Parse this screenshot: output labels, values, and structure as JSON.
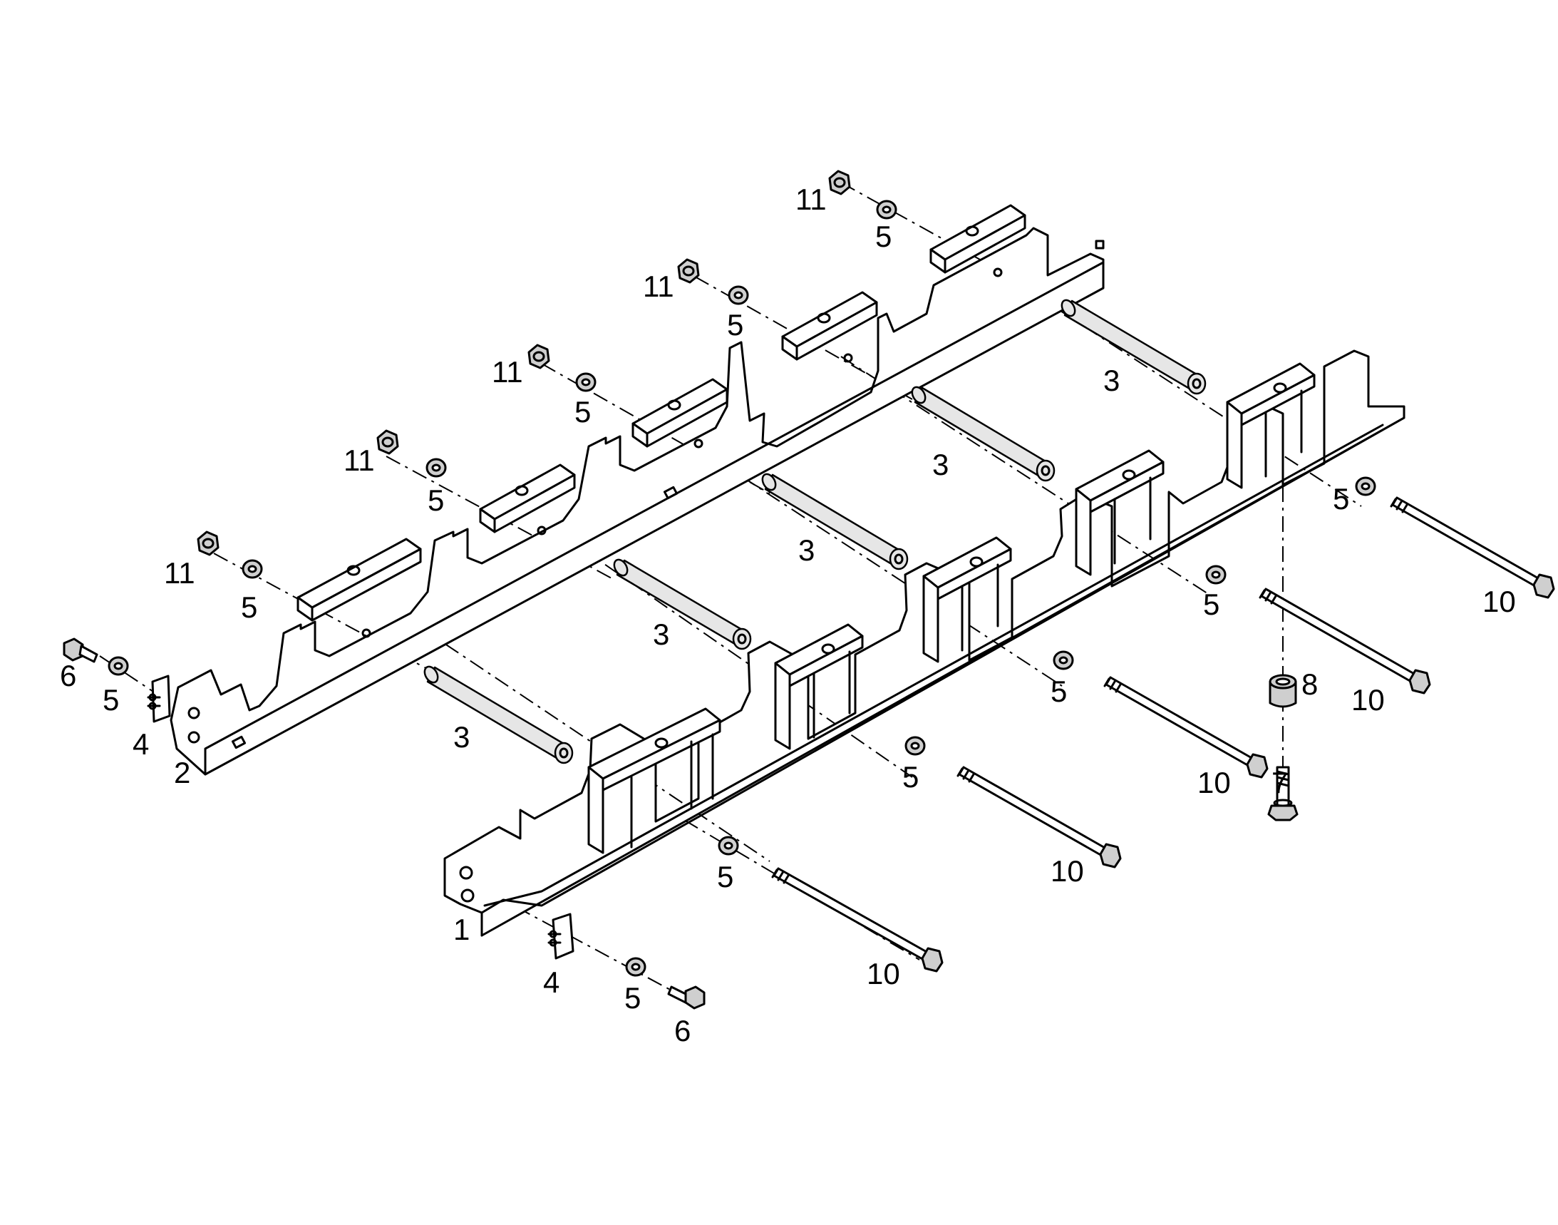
{
  "diagram": {
    "part_numbers": [
      "1",
      "2",
      "3",
      "4",
      "5",
      "6",
      "7",
      "8",
      "10",
      "11"
    ],
    "callouts": {
      "left_plate": {
        "one": "1",
        "two": "2"
      },
      "roller_a": "3",
      "roller_b": "3",
      "roller_c": "3",
      "roller_d": "3",
      "roller_e": "3",
      "clip_left": "4",
      "clip_bottom": "4",
      "washer_a": "5",
      "washer_b": "5",
      "washer_c": "5",
      "washer_d": "5",
      "washer_e": "5",
      "washer_f": "5",
      "washer_g": "5",
      "washer_h": "5",
      "washer_i": "5",
      "washer_j": "5",
      "washer_k": "5",
      "washer_l": "5",
      "bolt6_left": "6",
      "bolt6_bottom": "6",
      "bolt7": "7",
      "spacer8": "8",
      "bolt10_a": "10",
      "bolt10_b": "10",
      "bolt10_c": "10",
      "bolt10_d": "10",
      "bolt10_e": "10",
      "nut11_a": "11",
      "nut11_b": "11",
      "nut11_c": "11",
      "nut11_d": "11",
      "nut11_e": "11"
    },
    "colors": {
      "line": "#000000",
      "fill": "#ffffff",
      "part_fill": "#cfcfcf",
      "background": "#ffffff"
    }
  }
}
